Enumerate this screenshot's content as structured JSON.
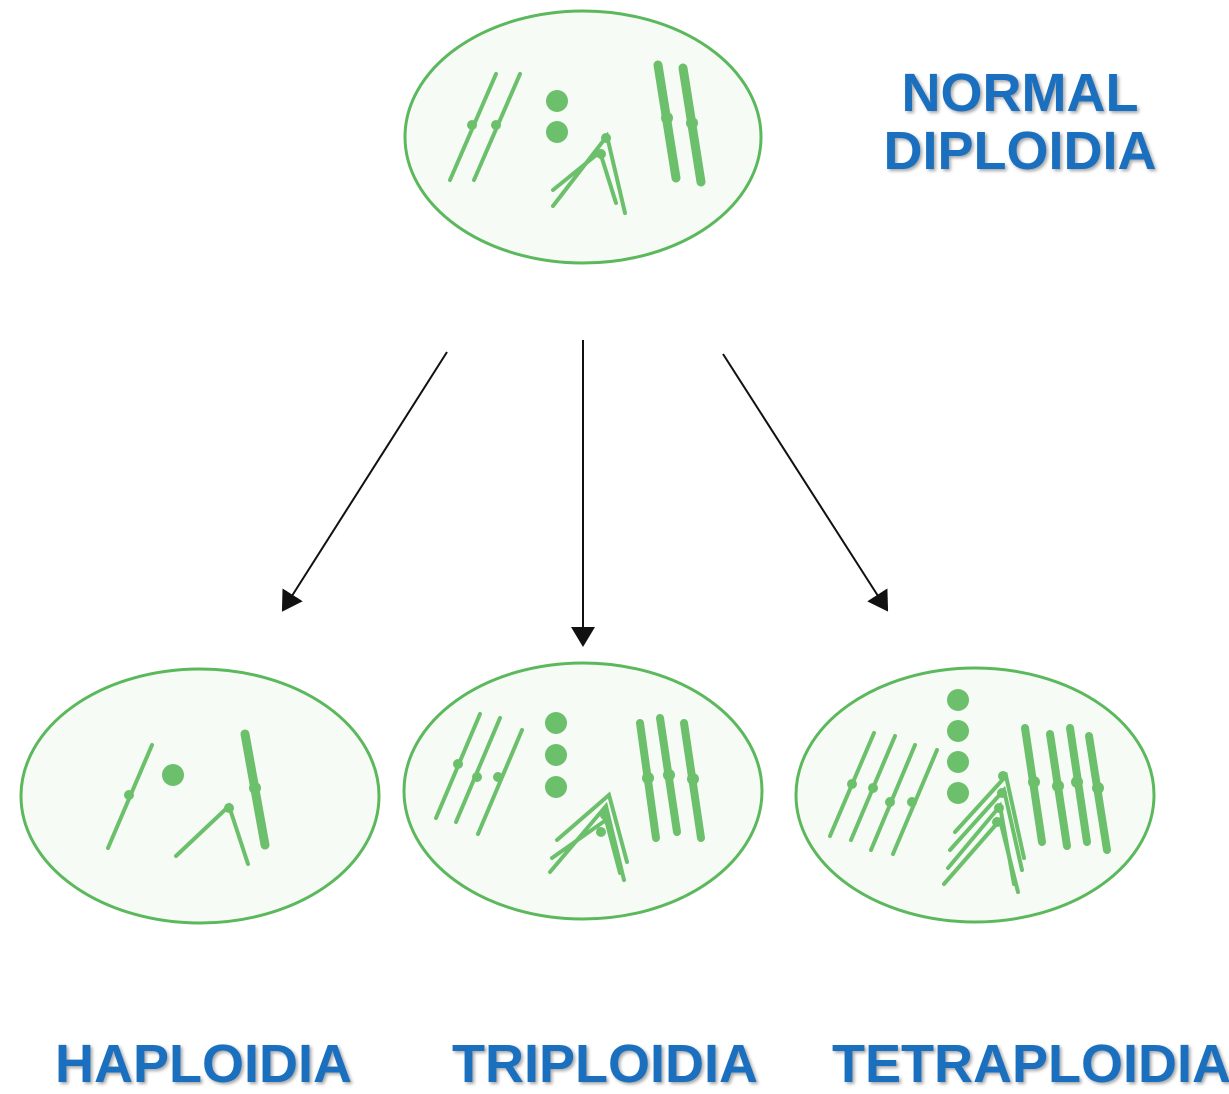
{
  "labels": {
    "parent_line1": "NORMAL",
    "parent_line2": "DIPLOIDIA",
    "haploid": "HAPLOIDIA",
    "triploid": "TRIPLOIDIA",
    "tetraploid": "TETRAPLOIDIA"
  },
  "colors": {
    "label_text": "#1a6fbf",
    "cell_membrane": "#5cb85c",
    "cell_fill": "#f7fbf6",
    "chromosome": "#6cc06c",
    "arrow": "#111111"
  },
  "cells": [
    {
      "id": "normal-diploid",
      "copies": 2
    },
    {
      "id": "haploid",
      "copies": 1
    },
    {
      "id": "triploid",
      "copies": 3
    },
    {
      "id": "tetraploid",
      "copies": 4
    }
  ]
}
